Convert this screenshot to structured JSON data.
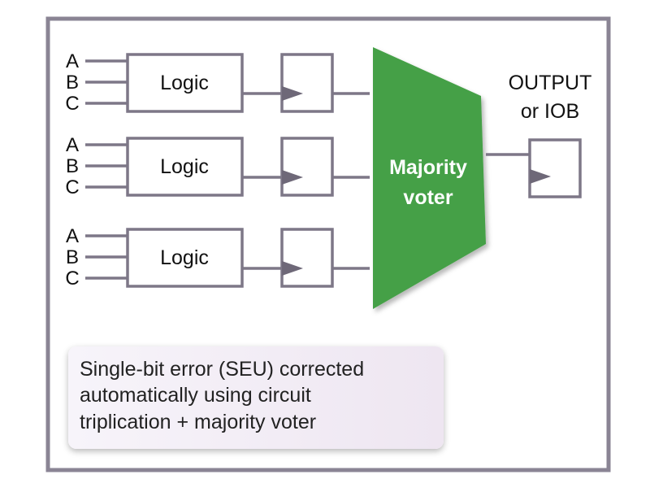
{
  "colors": {
    "frame": "#8a8494",
    "stroke": "#7d7787",
    "arrow": "#6e6878",
    "voter_fill": "#45a046",
    "voter_text": "#ffffff",
    "label_text": "#111111"
  },
  "rows": [
    {
      "inputs": [
        "A",
        "B",
        "C"
      ],
      "logic_label": "Logic"
    },
    {
      "inputs": [
        "A",
        "B",
        "C"
      ],
      "logic_label": "Logic"
    },
    {
      "inputs": [
        "A",
        "B",
        "C"
      ],
      "logic_label": "Logic"
    }
  ],
  "voter": {
    "line1": "Majority",
    "line2": "voter"
  },
  "output": {
    "line1": "OUTPUT",
    "line2": "or IOB"
  },
  "note": {
    "lines": [
      "Single-bit error (SEU) corrected",
      "automatically using circuit",
      "triplication + majority voter"
    ]
  }
}
